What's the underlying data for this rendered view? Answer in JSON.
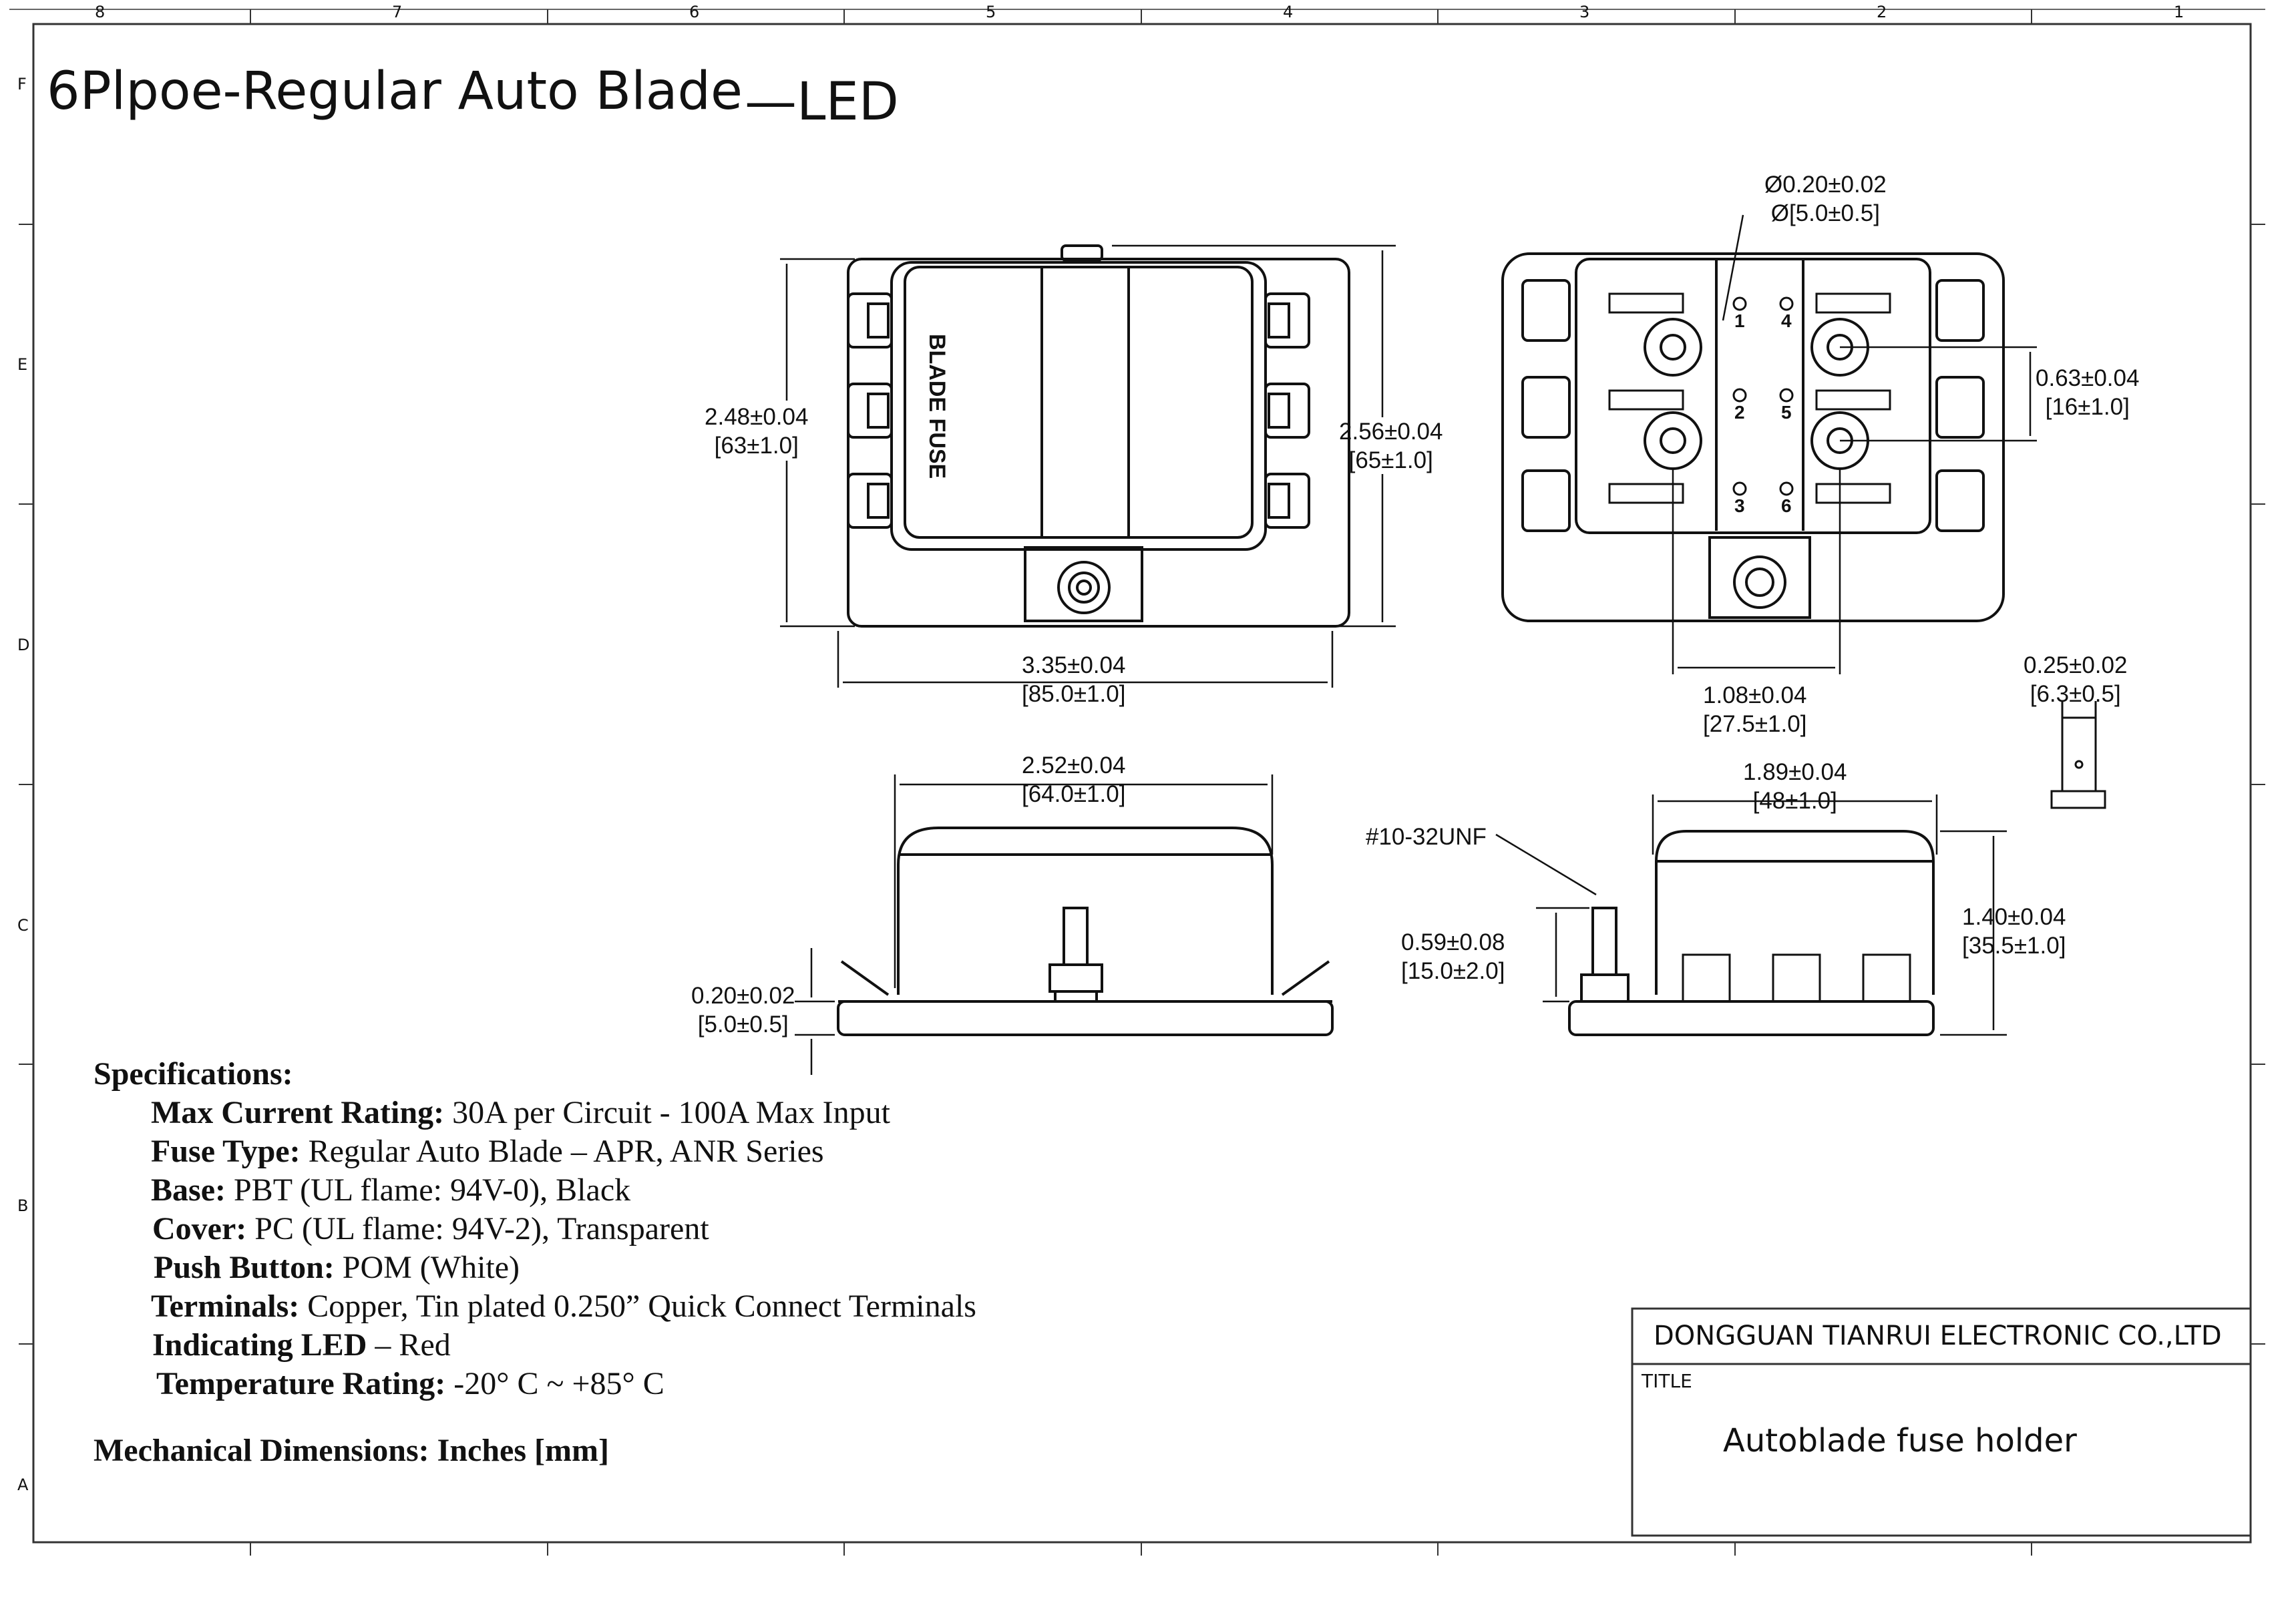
{
  "title": {
    "main": "6Plpoe-Regular Auto Blade",
    "suffix": "—LED"
  },
  "border": {
    "columns": [
      "8",
      "7",
      "6",
      "5",
      "4",
      "3",
      "2",
      "1"
    ],
    "rows": [
      "F",
      "E",
      "D",
      "C",
      "B",
      "A"
    ]
  },
  "top_view": {
    "cover_text": "BLADE FUSE"
  },
  "dimensions": {
    "height_left": {
      "in": "2.48±0.04",
      "mm": "[63±1.0]"
    },
    "height_right": {
      "in": "2.56±0.04",
      "mm": "[65±1.0]"
    },
    "width": {
      "in": "3.35±0.04",
      "mm": "[85.0±1.0]"
    },
    "hole_dia": {
      "in": "Ø0.20±0.02",
      "mm": "Ø[5.0±0.5]"
    },
    "pitch": {
      "in": "0.63±0.04",
      "mm": "[16±1.0]"
    },
    "col_spacing": {
      "in": "1.08±0.04",
      "mm": "[27.5±1.0]"
    },
    "terminal_width": {
      "in": "0.25±0.02",
      "mm": "[6.3±0.5]"
    },
    "side_width": {
      "in": "2.52±0.04",
      "mm": "[64.0±1.0]"
    },
    "base_thickness": {
      "in": "0.20±0.02",
      "mm": "[5.0±0.5]"
    },
    "end_width": {
      "in": "1.89±0.04",
      "mm": "[48±1.0]"
    },
    "stud_label": "#10-32UNF",
    "stud_height": {
      "in": "0.59±0.08",
      "mm": "[15.0±2.0]"
    },
    "total_height": {
      "in": "1.40±0.04",
      "mm": "[35.5±1.0]"
    }
  },
  "fuse_numbers": [
    "1",
    "2",
    "3",
    "4",
    "5",
    "6"
  ],
  "specs": {
    "header": "Specifications:",
    "items": [
      {
        "label": "Max Current Rating:",
        "value": " 30A  per Circuit - 100A Max Input"
      },
      {
        "label": "Fuse Type:",
        "value": " Regular Auto Blade – APR, ANR Series"
      },
      {
        "label": "Base:",
        "value": " PBT (UL flame: 94V-0), Black"
      },
      {
        "label": "Cover:",
        "value": " PC (UL flame: 94V-2), Transparent"
      },
      {
        "label": "Push Button:",
        "value": " POM (White)"
      },
      {
        "label": "Terminals:",
        "value": " Copper, Tin plated 0.250” Quick Connect Terminals"
      },
      {
        "label": "Indicating LED",
        "value": " – Red"
      },
      {
        "label": "Temperature Rating:",
        "value": " -20° C ~ +85° C"
      }
    ]
  },
  "mechanical": "Mechanical Dimensions:  Inches [mm]",
  "title_block": {
    "company": "DONGGUAN TIANRUI ELECTRONIC CO.,LTD",
    "title_label": "TITLE",
    "title": "Autoblade fuse holder"
  }
}
